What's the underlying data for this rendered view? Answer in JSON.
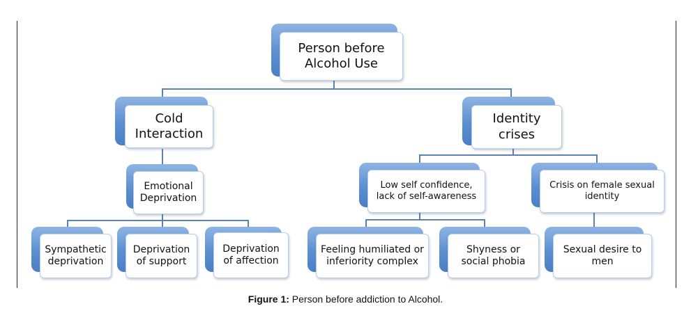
{
  "diagram": {
    "root": "Person before\nAlcohol Use",
    "cold": "Cold\nInteraction",
    "identity": "Identity\ncrises",
    "emotional": "Emotional\nDeprivation",
    "lowself": "Low self confidence,\nlack of self-awareness",
    "crisis": "Crisis on female sexual\nidentity",
    "sympathetic": "Sympathetic\ndeprivation",
    "support": "Deprivation\nof support",
    "affection": "Deprivation\nof affection",
    "humiliated": "Feeling humiliated or\ninferiority complex",
    "shyness": "Shyness or\nsocial phobia",
    "desire": "Sexual desire to\nmen"
  },
  "caption": {
    "label": "Figure 1:",
    "text": " Person before addiction to Alcohol."
  },
  "colors": {
    "box_gradient_top": "#8fb4e3",
    "box_gradient_bottom": "#4a7fc6",
    "connector": "#5a82b8"
  }
}
